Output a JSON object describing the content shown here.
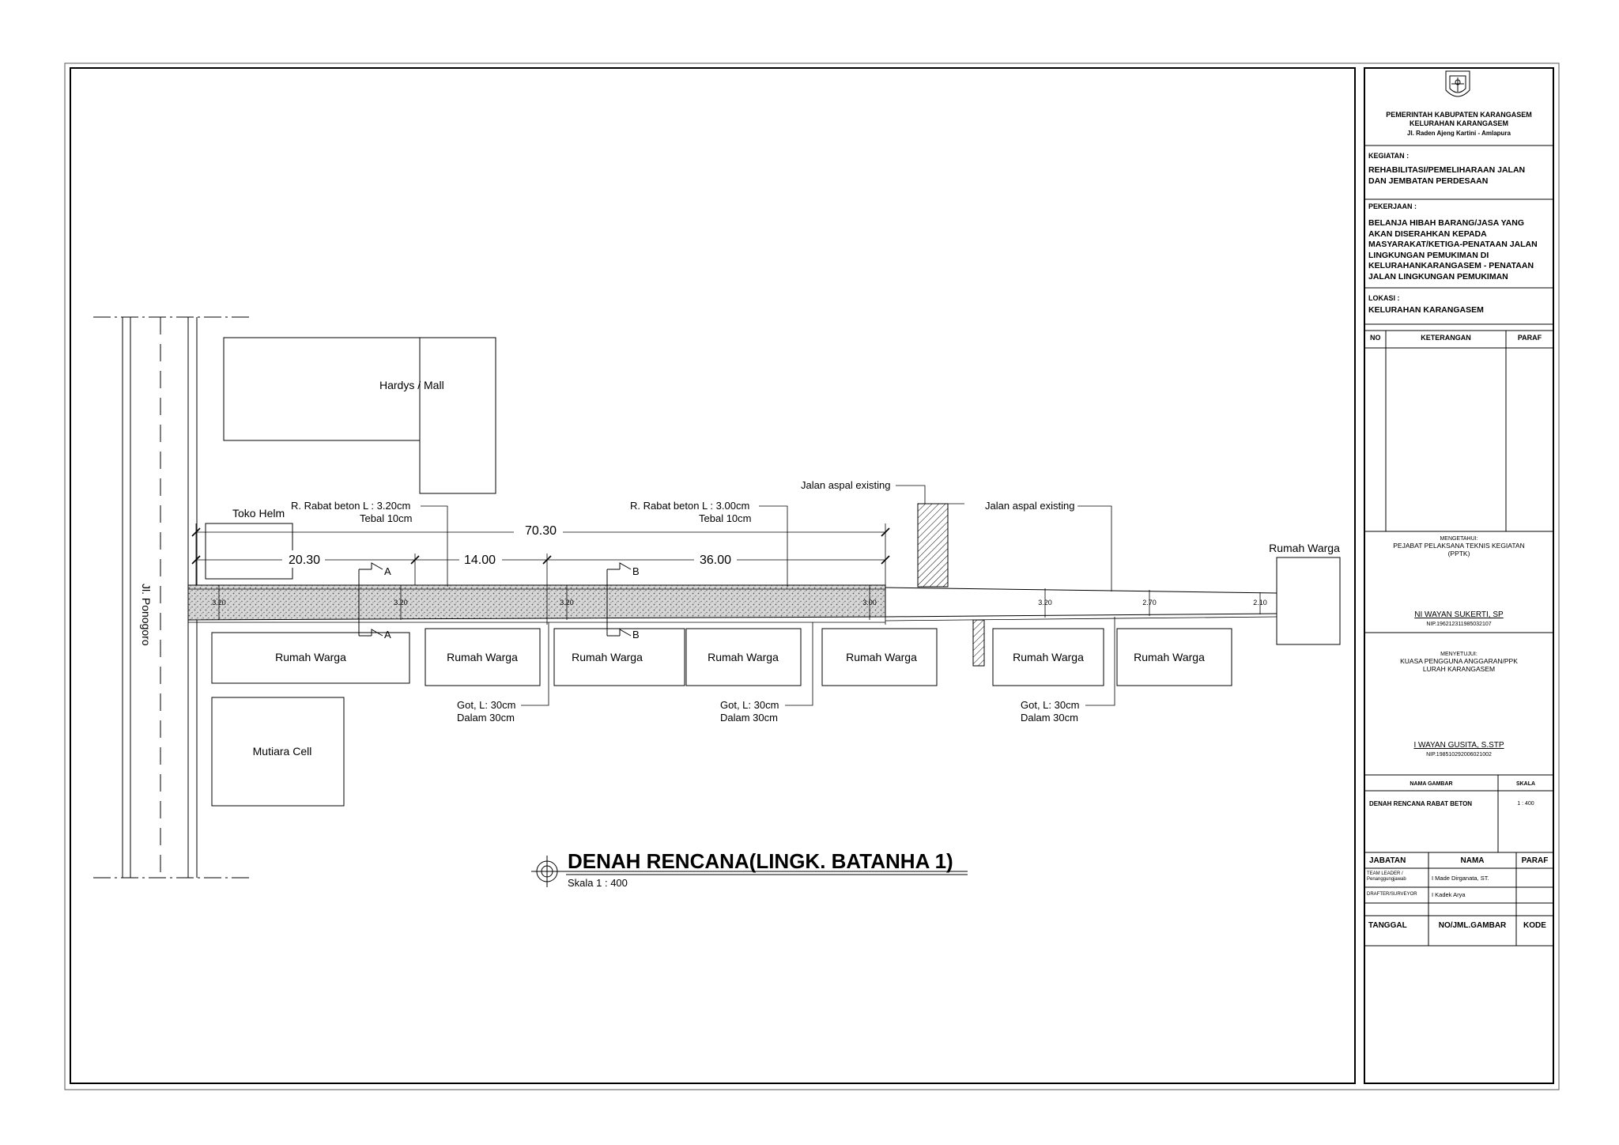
{
  "drawing": {
    "title": "DENAH RENCANA(LINGK. BATANHA 1)",
    "scale": "Skala 1 : 400",
    "street": "Jl. Ponogoro",
    "buildings": {
      "hardys": "Hardys / Mall",
      "toko_helm": "Toko Helm",
      "mutiara": "Mutiara Cell",
      "rumah_warga": "Rumah Warga"
    },
    "notes": {
      "rabat1_line1": "R. Rabat beton L : 3.20cm",
      "rabat1_line2": "Tebal 10cm",
      "rabat2_line1": "R. Rabat beton L : 3.00cm",
      "rabat2_line2": "Tebal 10cm",
      "aspal1": "Jalan aspal existing",
      "aspal2": "Jalan aspal existing",
      "got_line1": "Got, L: 30cm",
      "got_line2": "Dalam 30cm"
    },
    "dimensions": {
      "total": "70.30",
      "seg1": "20.30",
      "seg2": "14.00",
      "seg3": "36.00"
    },
    "widths": [
      "3.20",
      "3.20",
      "3.20",
      "3.00",
      "3.20",
      "2.70",
      "2.10"
    ],
    "section_marks": {
      "a": "A",
      "b": "B"
    }
  },
  "title_block": {
    "header": {
      "line1": "PEMERINTAH KABUPATEN KARANGASEM",
      "line2": "KELURAHAN KARANGASEM",
      "line3": "Jl. Raden Ajeng Kartini - Amlapura"
    },
    "kegiatan_label": "KEGIATAN :",
    "kegiatan": "REHABILITASI/PEMELIHARAAN JALAN\nDAN JEMBATAN PERDESAAN",
    "pekerjaan_label": "PEKERJAAN :",
    "pekerjaan": "BELANJA HIBAH BARANG/JASA YANG\n AKAN DISERAHKAN KEPADA\nMASYARAKAT/KETIGA-PENATAAN JALAN\nLINGKUNGAN PEMUKIMAN DI\nKELURAHANKARANGASEM - PENATAAN\nJALAN LINGKUNGAN PEMUKIMAN",
    "lokasi_label": "LOKASI :",
    "lokasi": "KELURAHAN KARANGASEM",
    "cols": {
      "no": "NO",
      "keterangan": "KETERANGAN",
      "paraf": "PARAF"
    },
    "mengetahui": {
      "line1": "MENGETAHUI:",
      "line2": "PEJABAT PELAKSANA TEKNIS KEGIATAN",
      "line3": "(PPTK)",
      "name": "NI WAYAN SUKERTI, SP",
      "nip": "NIP.196212311985032107"
    },
    "menyetujui": {
      "line1": "MENYETUJUI:",
      "line2": "KUASA PENGGUNA ANGGARAN/PPK",
      "line3": "LURAH KARANGASEM",
      "name": "I WAYAN GUSITA, S.STP",
      "nip": "NIP.198510292006021002"
    },
    "nama_gambar_label": "NAMA  GAMBAR",
    "skala_label": "SKALA",
    "nama_gambar": "DENAH RENCANA RABAT BETON",
    "skala": "1 : 400",
    "team": {
      "jabatan": "JABATAN",
      "nama": "NAMA",
      "paraf": "PARAF",
      "row1_role": "TEAM LEADER /\nPenanggungjawab",
      "row1_name": "I Made Dirganata, ST.",
      "row2_role": "DRAFTER/SURVEYOR",
      "row2_name": "I Kadek Arya"
    },
    "footer": {
      "tanggal": "TANGGAL",
      "no_gambar": "NO/JML.GAMBAR",
      "kode": "KODE"
    }
  }
}
